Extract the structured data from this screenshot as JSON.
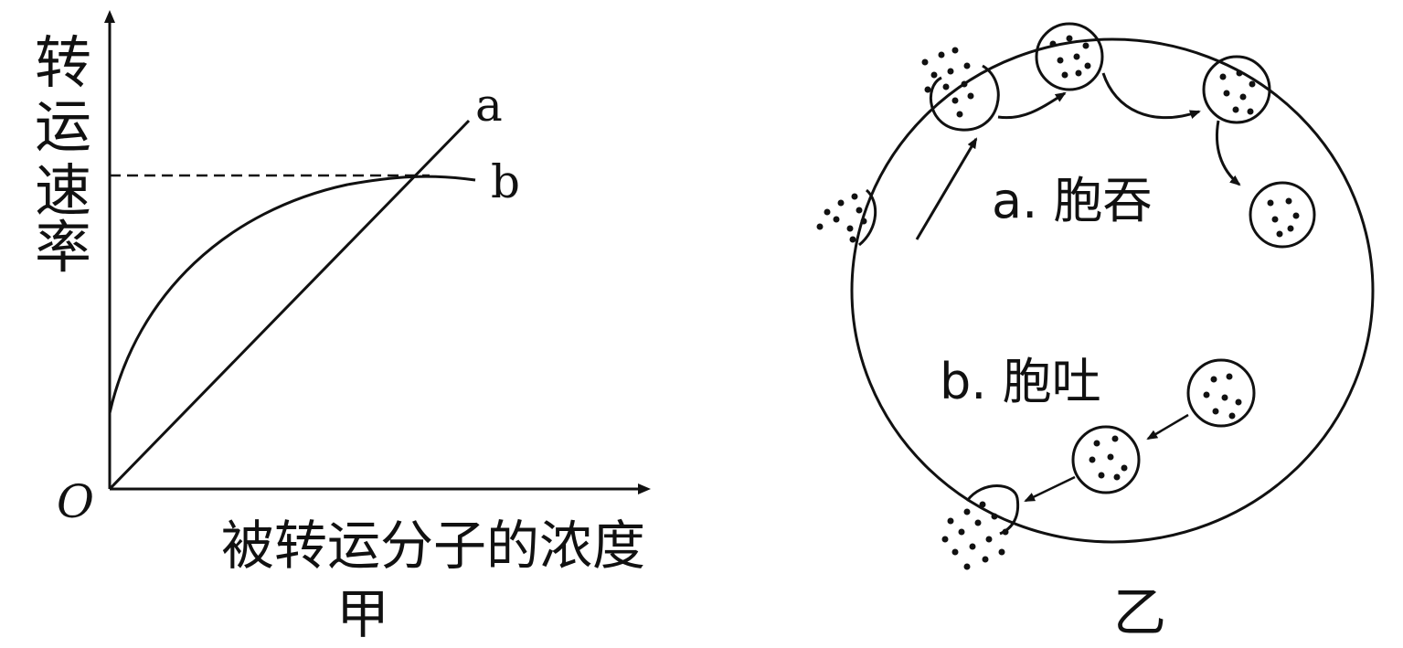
{
  "panel_jia": {
    "ylabel_chars": [
      "转",
      "运",
      "速",
      "率"
    ],
    "origin_label": "O",
    "xlabel": "被转运分子的浓度",
    "caption": "甲",
    "line_a_label": "a",
    "line_b_label": "b"
  },
  "panel_yi": {
    "label_a": "a. 胞吞",
    "label_b": "b. 胞吐",
    "caption": "乙"
  },
  "colors": {
    "ink": "#111111",
    "background": "#ffffff"
  }
}
